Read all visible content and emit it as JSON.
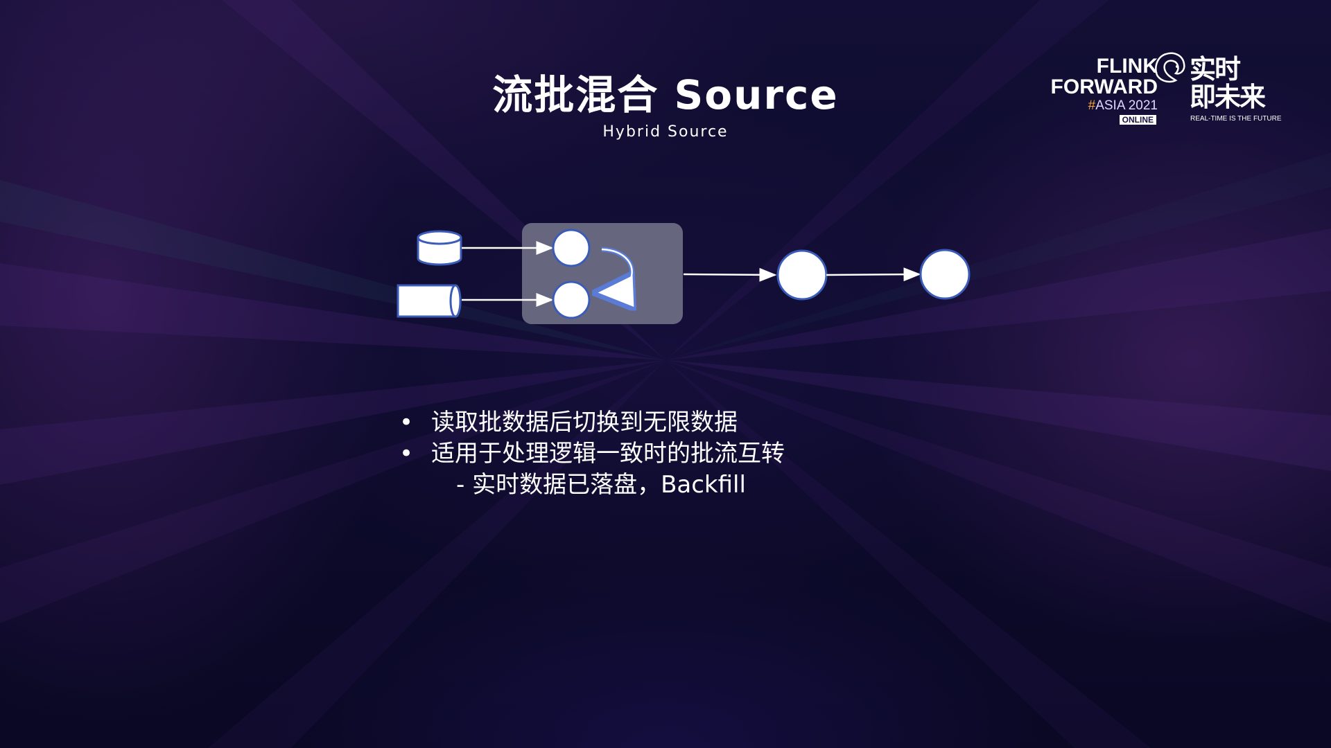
{
  "slide": {
    "title": "流批混合 Source",
    "subtitle": "Hybrid Source"
  },
  "logo": {
    "line1": "FLINK",
    "line2": "FORWARD",
    "hash": "#",
    "edition": "ASIA 2021",
    "online": "ONLINE",
    "cn_line1": "实时",
    "cn_line2": "即未来",
    "tagline": "REAL-TIME IS THE FUTURE"
  },
  "bullets": [
    {
      "marker": "•",
      "text": "读取批数据后切换到无限数据"
    },
    {
      "marker": "•",
      "text": "适用于处理逻辑一致时的批流互转"
    }
  ],
  "sub_bullet": "- 实时数据已落盘，Backfill",
  "colors": {
    "node_fill": "#ffffff",
    "node_stroke": "#3a5bb8",
    "box_fill": "#6e6e84",
    "arrow": "#ffffff",
    "switch_arrow": "#5a7bd6",
    "logo_accent": "#f2a93b"
  },
  "icons": [
    "database-cylinder-icon",
    "stream-queue-icon",
    "switch-arrow-icon",
    "squirrel-logo-icon"
  ]
}
